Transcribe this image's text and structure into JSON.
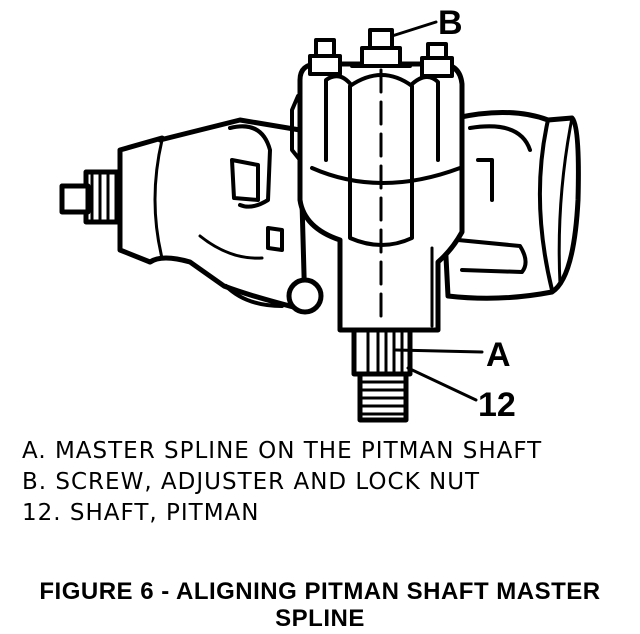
{
  "callouts": {
    "b": "B",
    "a": "A",
    "twelve": "12"
  },
  "legend": [
    "A. MASTER SPLINE ON THE PITMAN SHAFT",
    "B. SCREW, ADJUSTER AND LOCK NUT",
    "12. SHAFT, PITMAN"
  ],
  "caption": {
    "line1": "FIGURE 6 - ALIGNING PITMAN SHAFT MASTER",
    "line2": "SPLINE"
  },
  "colors": {
    "ink": "#000000",
    "paper": "#ffffff"
  }
}
